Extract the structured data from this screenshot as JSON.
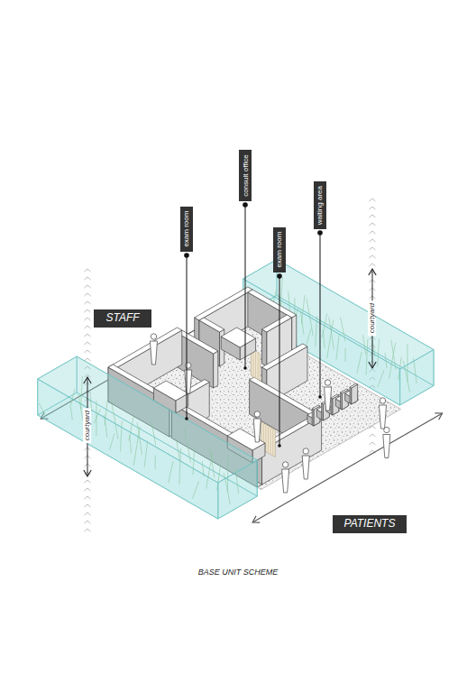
{
  "diagram": {
    "caption": "BASE UNIT SCHEME",
    "nodes": [
      {
        "text": [
          "exam room"
        ]
      },
      {
        "text": [
          "consult office"
        ]
      },
      {
        "text": [
          "exam room"
        ]
      },
      {
        "text": [
          "waiting area"
        ]
      },
      {
        "text": [
          "STAFF"
        ]
      },
      {
        "text": [
          "PATIENTS"
        ]
      }
    ],
    "labels": [
      "courtyard",
      "courtyard"
    ]
  }
}
